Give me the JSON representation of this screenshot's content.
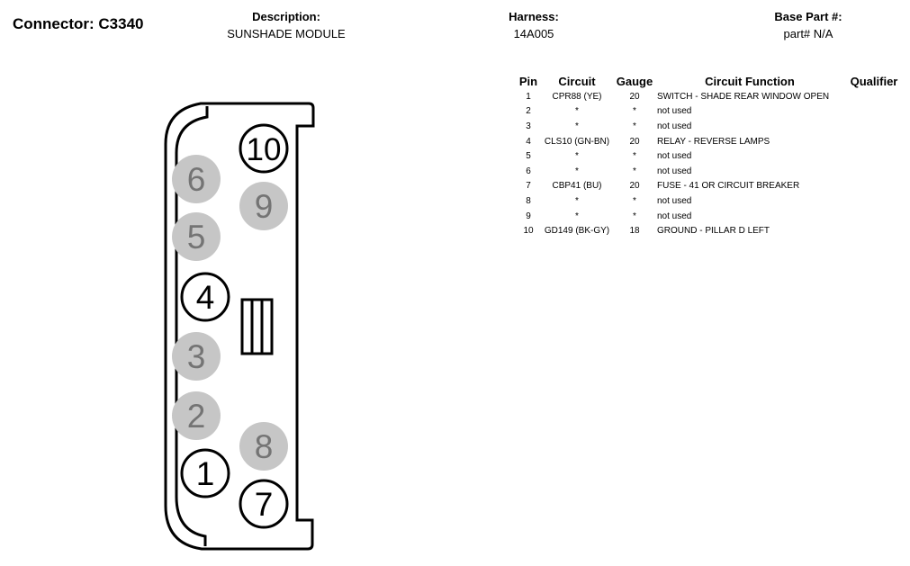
{
  "header": {
    "connector_label": "Connector: C3340",
    "description_label": "Description:",
    "description_value": "SUNSHADE MODULE",
    "harness_label": "Harness:",
    "harness_value": "14A005",
    "base_part_label": "Base Part #:",
    "base_part_value": "part# N/A"
  },
  "pin_table": {
    "columns": [
      "Pin",
      "Circuit",
      "Gauge",
      "Circuit Function",
      "Qualifier"
    ],
    "rows": [
      {
        "pin": "1",
        "circuit": "CPR88 (YE)",
        "gauge": "20",
        "function": "SWITCH - SHADE REAR WINDOW OPEN",
        "qualifier": ""
      },
      {
        "pin": "2",
        "circuit": "*",
        "gauge": "*",
        "function": "not used",
        "qualifier": ""
      },
      {
        "pin": "3",
        "circuit": "*",
        "gauge": "*",
        "function": "not used",
        "qualifier": ""
      },
      {
        "pin": "4",
        "circuit": "CLS10 (GN-BN)",
        "gauge": "20",
        "function": "RELAY - REVERSE LAMPS",
        "qualifier": ""
      },
      {
        "pin": "5",
        "circuit": "*",
        "gauge": "*",
        "function": "not used",
        "qualifier": ""
      },
      {
        "pin": "6",
        "circuit": "*",
        "gauge": "*",
        "function": "not used",
        "qualifier": ""
      },
      {
        "pin": "7",
        "circuit": "CBP41 (BU)",
        "gauge": "20",
        "function": "FUSE - 41 OR CIRCUIT BREAKER",
        "qualifier": ""
      },
      {
        "pin": "8",
        "circuit": "*",
        "gauge": "*",
        "function": "not used",
        "qualifier": ""
      },
      {
        "pin": "9",
        "circuit": "*",
        "gauge": "*",
        "function": "not used",
        "qualifier": ""
      },
      {
        "pin": "10",
        "circuit": "GD149 (BK-GY)",
        "gauge": "18",
        "function": "GROUND - PILLAR D LEFT",
        "qualifier": ""
      }
    ]
  },
  "connector": {
    "pins": [
      {
        "label": "1",
        "state": "used"
      },
      {
        "label": "2",
        "state": "not-used"
      },
      {
        "label": "3",
        "state": "not-used"
      },
      {
        "label": "4",
        "state": "used"
      },
      {
        "label": "5",
        "state": "not-used"
      },
      {
        "label": "6",
        "state": "not-used"
      },
      {
        "label": "7",
        "state": "used"
      },
      {
        "label": "8",
        "state": "not-used"
      },
      {
        "label": "9",
        "state": "not-used"
      },
      {
        "label": "10",
        "state": "used"
      }
    ],
    "colors": {
      "used_fill": "#ffffff",
      "used_stroke": "#000000",
      "used_text": "#000000",
      "unused_fill": "#c6c6c6",
      "unused_text": "#747474",
      "outline": "#000000"
    }
  }
}
